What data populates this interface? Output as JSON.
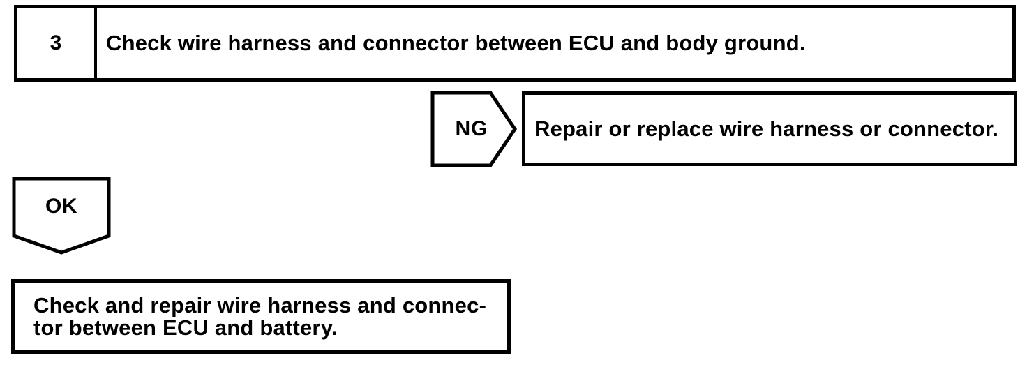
{
  "page": {
    "background_color": "#ffffff",
    "ink_color": "#000000",
    "kind": "diagnostic-troubleshooting-flowchart"
  },
  "flowchart": {
    "step": {
      "number": "3",
      "title": "Check wire harness and connector between ECU and body ground."
    },
    "ng_branch": {
      "label": "NG",
      "action": "Repair or replace wire harness or connector."
    },
    "ok_branch": {
      "label": "OK",
      "action_line1": "Check and repair wire harness and connec-",
      "action_line2": "tor between ECU and battery."
    }
  }
}
